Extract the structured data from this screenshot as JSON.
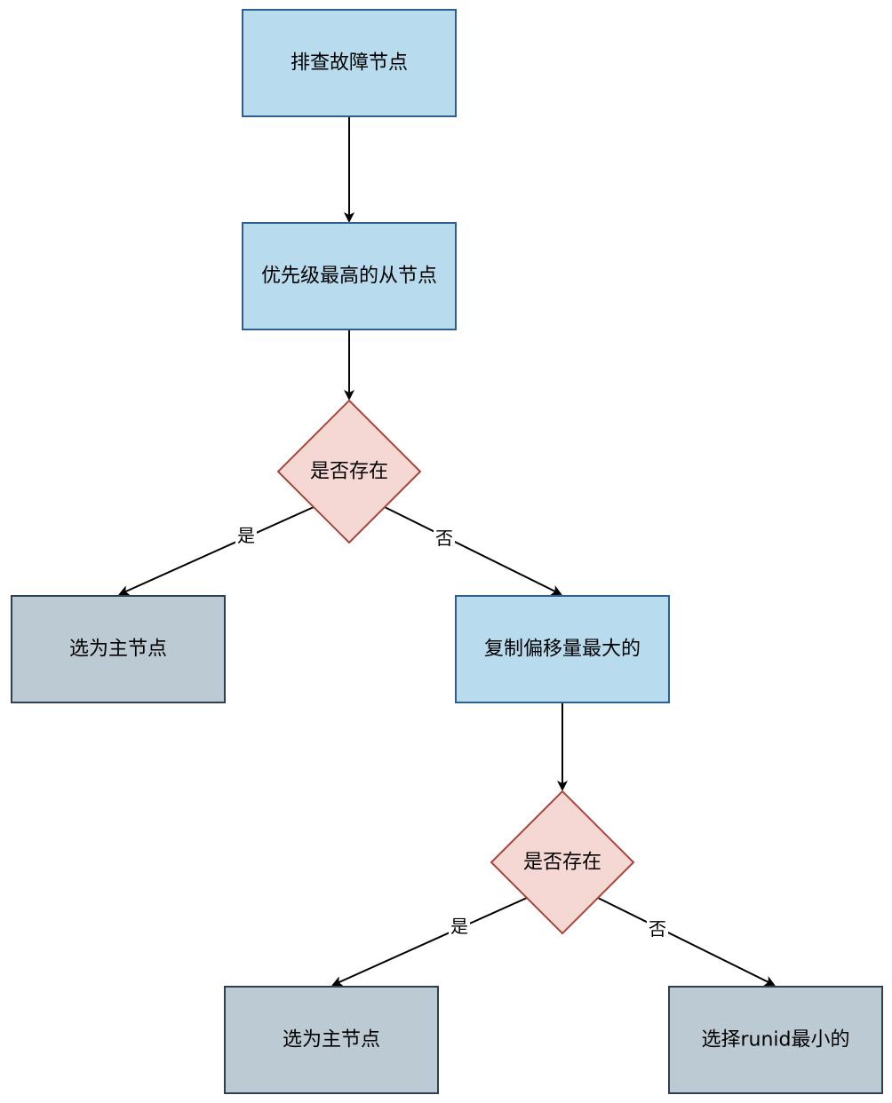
{
  "colors": {
    "process_fill": "#b8dcee",
    "process_stroke": "#2e5f8a",
    "decision_fill": "#f5d8d3",
    "decision_stroke": "#a8463a",
    "terminal_fill": "#bccad4",
    "terminal_stroke": "#2e3f4f",
    "edge": "#000000"
  },
  "nodes": {
    "check_faulty": "排查故障节点",
    "highest_priority": "优先级最高的从节点",
    "decision1": "是否存在",
    "select_master_1": "选为主节点",
    "max_offset": "复制偏移量最大的",
    "decision2": "是否存在",
    "select_master_2": "选为主节点",
    "min_runid": "选择runid最小的"
  },
  "edges": {
    "yes_label_1": "是",
    "no_label_1": "否",
    "yes_label_2": "是",
    "no_label_2": "否"
  }
}
